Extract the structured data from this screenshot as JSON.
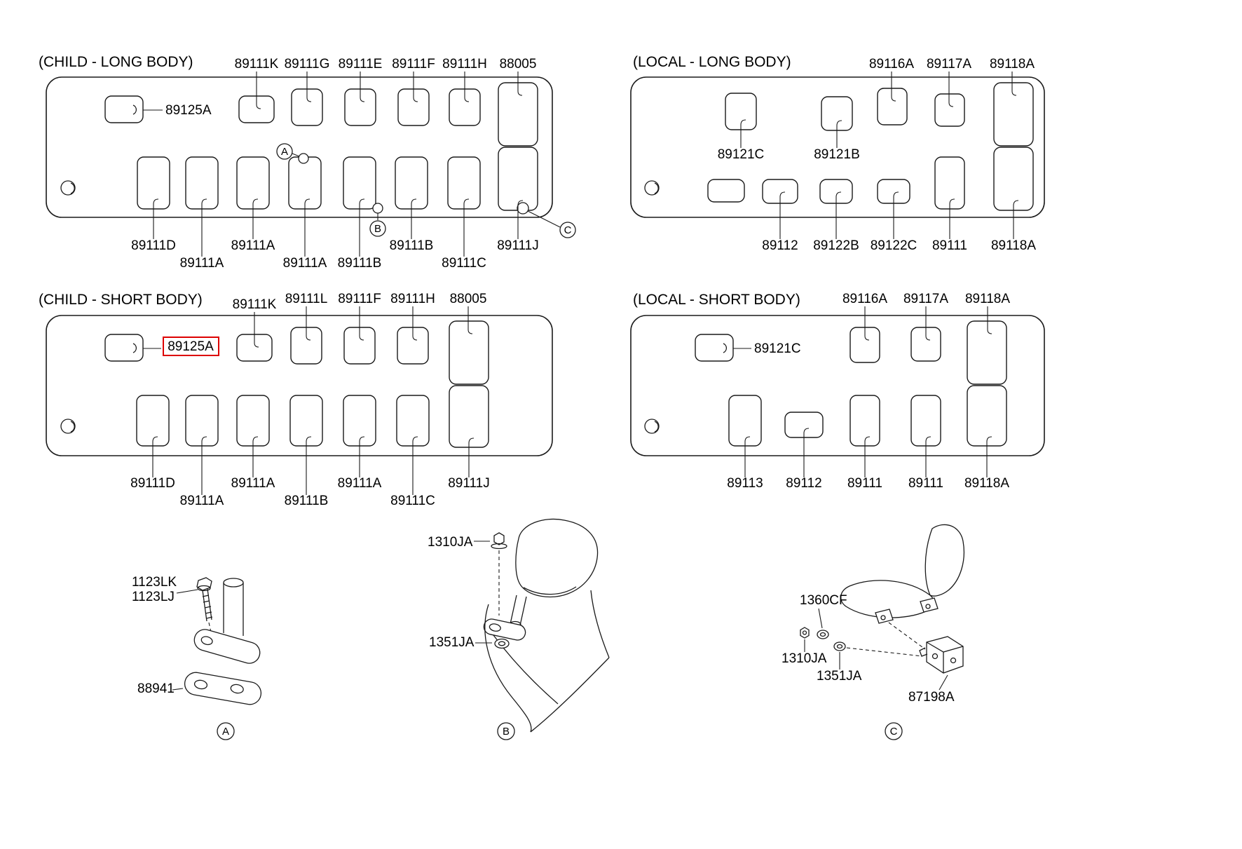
{
  "highlight": {
    "color": "#dd0000"
  },
  "markers": {
    "a": "A",
    "b": "B",
    "c": "C"
  },
  "sections": {
    "child_long": {
      "title": "(CHILD - LONG BODY)",
      "top_labels": [
        "89111K",
        "89111G",
        "89111E",
        "89111F",
        "89111H",
        "88005"
      ],
      "inner_label": "89125A",
      "bottom_row1": [
        "89111D",
        "89111A",
        "89111B",
        "89111J"
      ],
      "bottom_row2": [
        "89111A",
        "89111A",
        "89111B",
        "89111C"
      ]
    },
    "local_long": {
      "title": "(LOCAL - LONG BODY)",
      "top_labels": [
        "89116A",
        "89117A",
        "89118A"
      ],
      "mid_labels": [
        "89121C",
        "89121B"
      ],
      "bottom_labels": [
        "89112",
        "89122B",
        "89122C",
        "89111",
        "89118A"
      ]
    },
    "child_short": {
      "title": "(CHILD - SHORT BODY)",
      "top_labels": [
        "89111K",
        "89111L",
        "89111F",
        "89111H",
        "88005"
      ],
      "inner_label": "89125A",
      "bottom_row1": [
        "89111D",
        "89111A",
        "89111A",
        "89111J"
      ],
      "bottom_row2": [
        "89111A",
        "89111B",
        "89111C"
      ]
    },
    "local_short": {
      "title": "(LOCAL - SHORT BODY)",
      "top_labels": [
        "89116A",
        "89117A",
        "89118A"
      ],
      "inner_label": "89121C",
      "bottom_labels": [
        "89113",
        "89112",
        "89111",
        "89111",
        "89118A"
      ]
    }
  },
  "details": {
    "a": {
      "bolt_label_1": "1123LK",
      "bolt_label_2": "1123LJ",
      "plate_label": "88941"
    },
    "b": {
      "nut_label": "1310JA",
      "washer_label": "1351JA"
    },
    "c": {
      "ring_label": "1360CF",
      "nut_label": "1310JA",
      "washer_label": "1351JA",
      "bracket_label": "87198A"
    }
  }
}
